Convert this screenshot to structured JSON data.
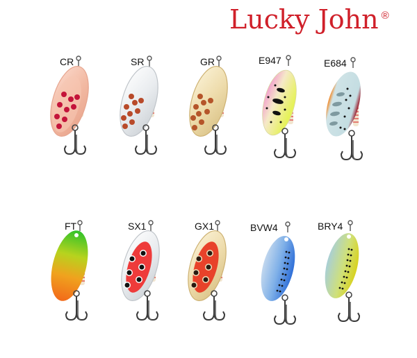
{
  "brand": {
    "name": "Lucky John",
    "registered_mark": "®",
    "color": "#d0202a"
  },
  "lures": [
    {
      "code": "CR",
      "row": 0,
      "col": 0,
      "blade": "copper",
      "dots": "red"
    },
    {
      "code": "SR",
      "row": 0,
      "col": 1,
      "blade": "silver",
      "dots": "brown"
    },
    {
      "code": "GR",
      "row": 0,
      "col": 2,
      "blade": "gold",
      "dots": "brown"
    },
    {
      "code": "E947",
      "row": 0,
      "col": 3,
      "blade": "pink-yellow trout",
      "dots": "black"
    },
    {
      "code": "E684",
      "row": 0,
      "col": 4,
      "blade": "light blue trout, orange/red edge",
      "dots": "black"
    },
    {
      "code": "FT",
      "row": 1,
      "col": 0,
      "blade": "firetiger green-orange",
      "dots": "none"
    },
    {
      "code": "SX1",
      "row": 1,
      "col": 1,
      "blade": "silver with red pattern",
      "dots": "black"
    },
    {
      "code": "GX1",
      "row": 1,
      "col": 2,
      "blade": "gold with red pattern",
      "dots": "black"
    },
    {
      "code": "BVW4",
      "row": 1,
      "col": 3,
      "blade": "blue-violet",
      "dots": "black"
    },
    {
      "code": "BRY4",
      "row": 1,
      "col": 4,
      "blade": "blue-yellow",
      "dots": "black"
    }
  ]
}
